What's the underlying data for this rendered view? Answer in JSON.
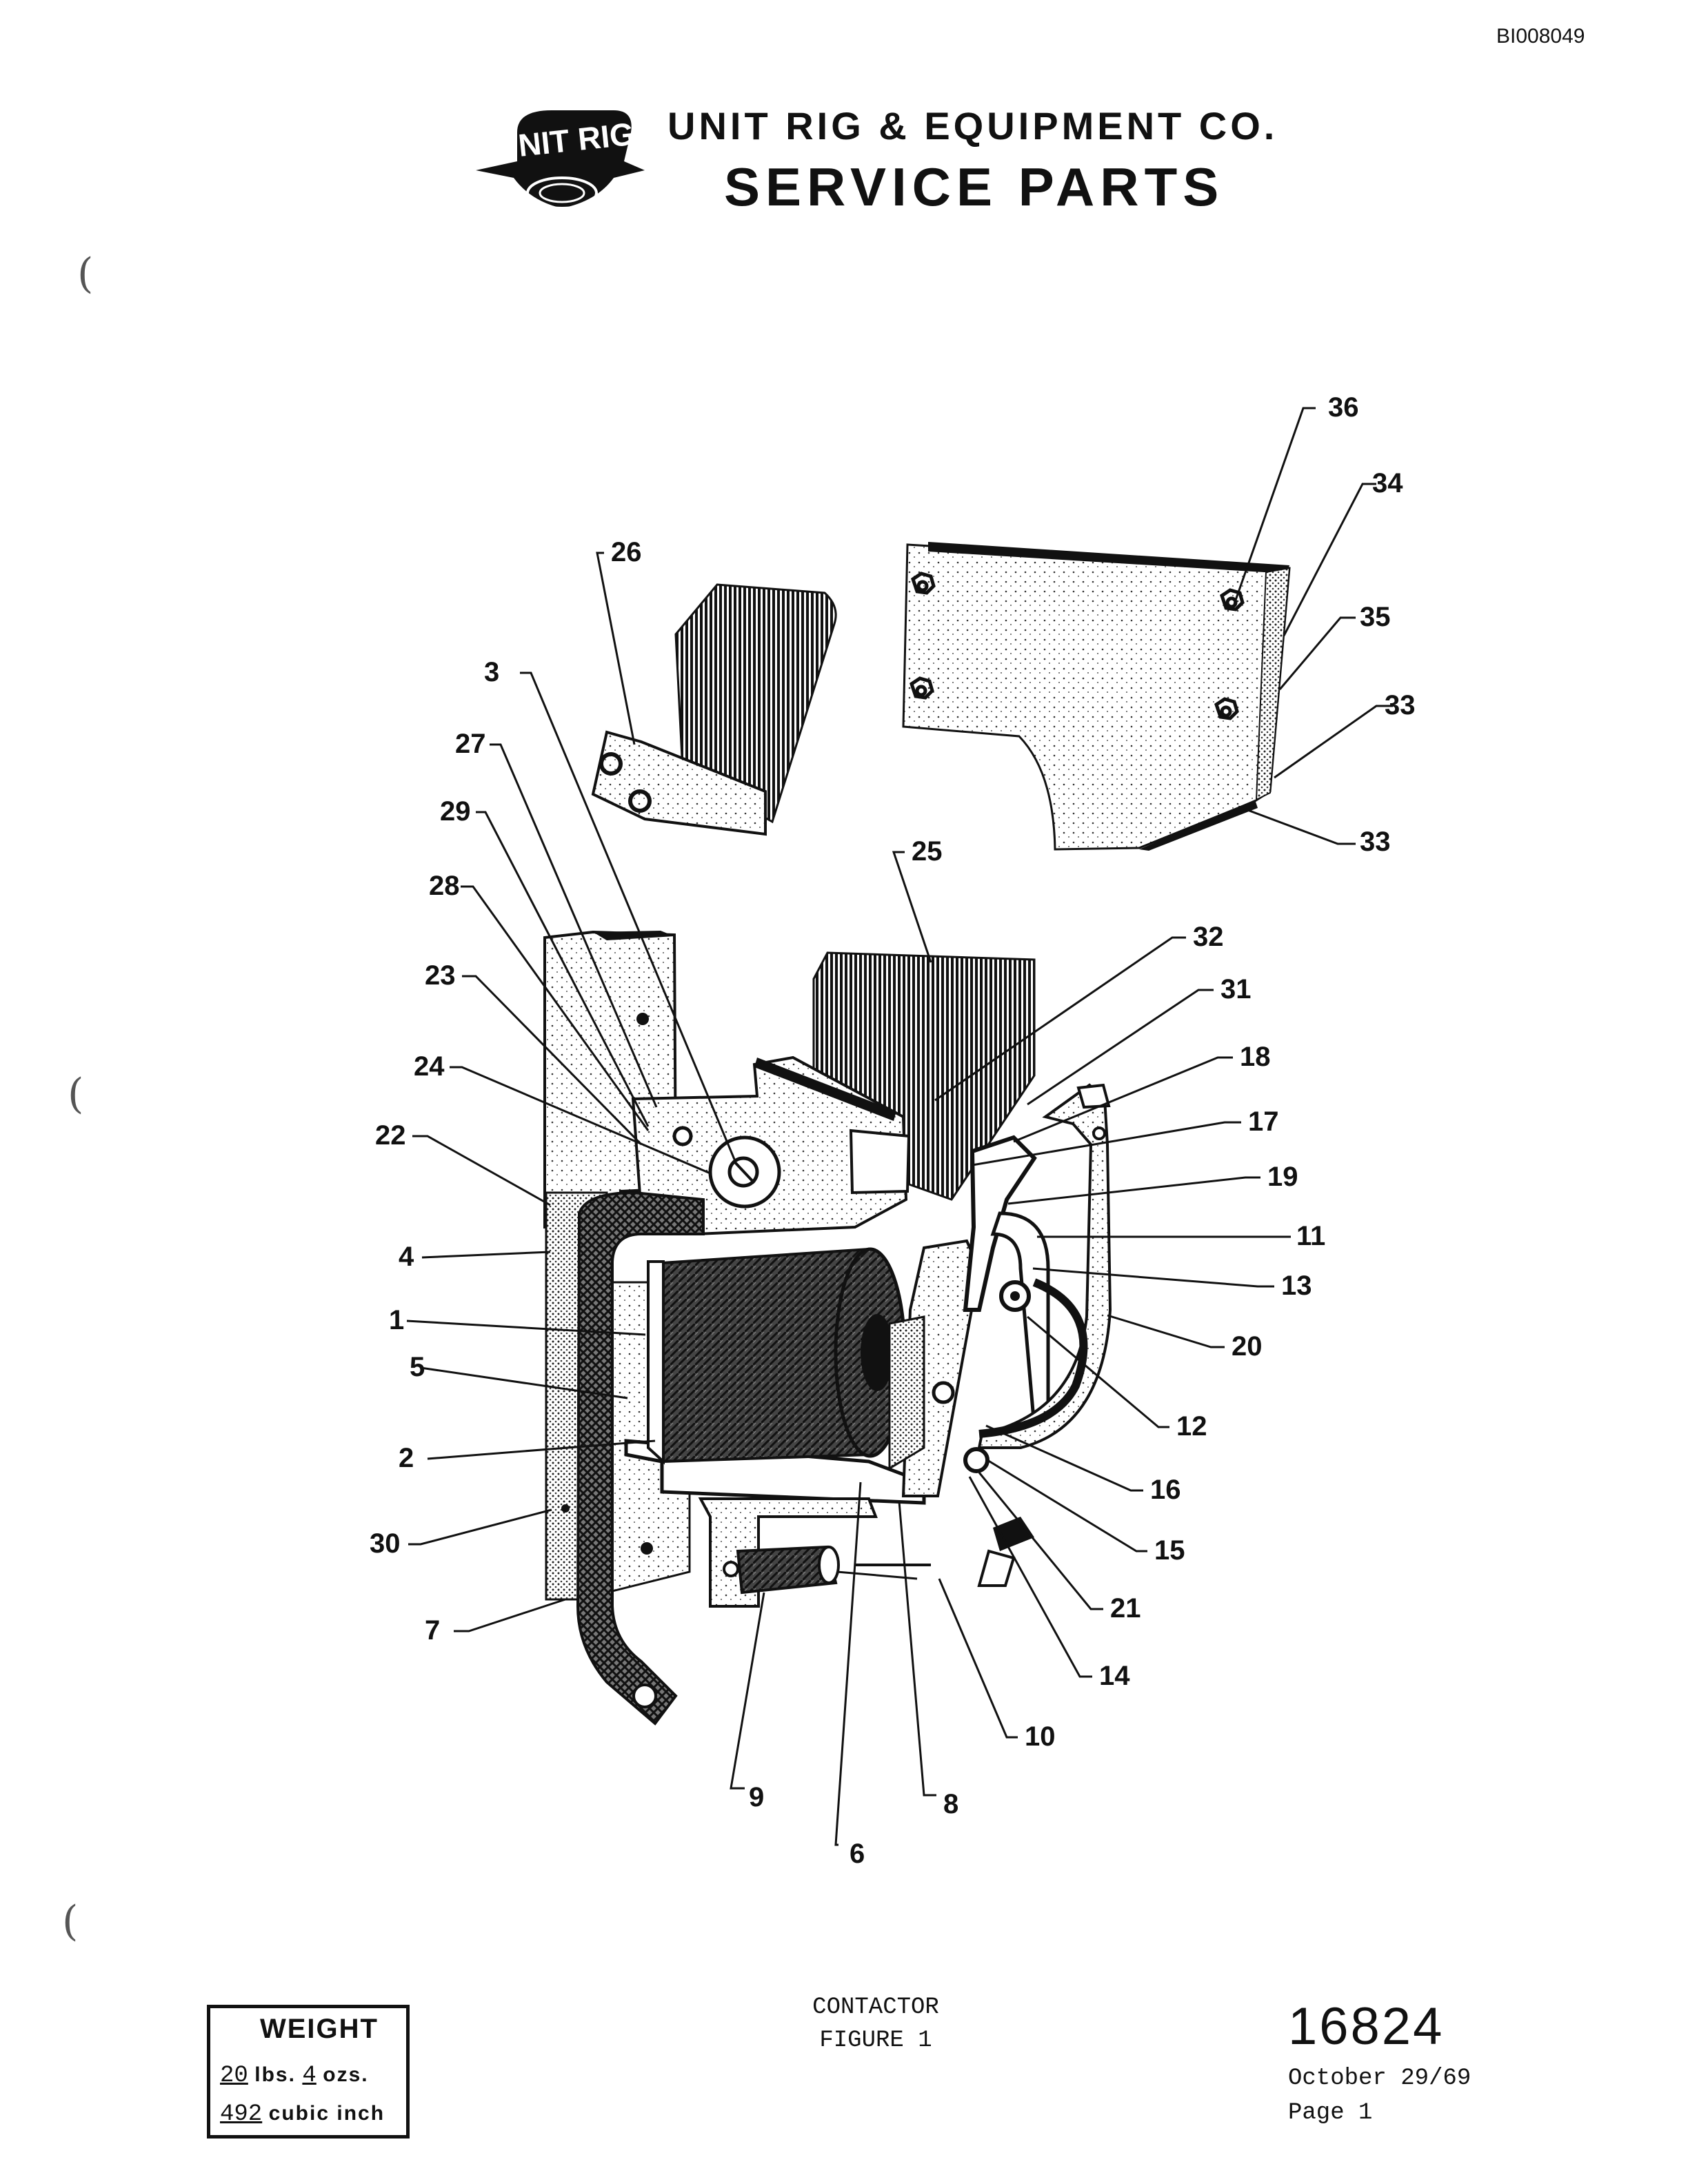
{
  "header": {
    "doc_id": "BI008049",
    "company": "UNIT RIG & EQUIPMENT CO.",
    "title": "SERVICE PARTS",
    "logo_text": "UNIT RIG"
  },
  "figure": {
    "labels": [
      "36",
      "34",
      "35",
      "33",
      "33",
      "26",
      "3",
      "27",
      "29",
      "28",
      "23",
      "24",
      "22",
      "4",
      "1",
      "5",
      "2",
      "30",
      "7",
      "25",
      "32",
      "31",
      "18",
      "17",
      "19",
      "11",
      "13",
      "20",
      "12",
      "16",
      "15",
      "21",
      "14",
      "10",
      "9",
      "8",
      "6"
    ]
  },
  "footer": {
    "caption_line1": "CONTACTOR",
    "caption_line2": "FIGURE 1",
    "part_number": "16824",
    "date": "October 29/69",
    "page": "Page 1",
    "weight": {
      "title": "WEIGHT",
      "lbs": "20",
      "lbs_unit": "lbs.",
      "ozs": "4",
      "ozs_unit": "ozs.",
      "volume": "492",
      "volume_unit": "cubic inch"
    }
  }
}
